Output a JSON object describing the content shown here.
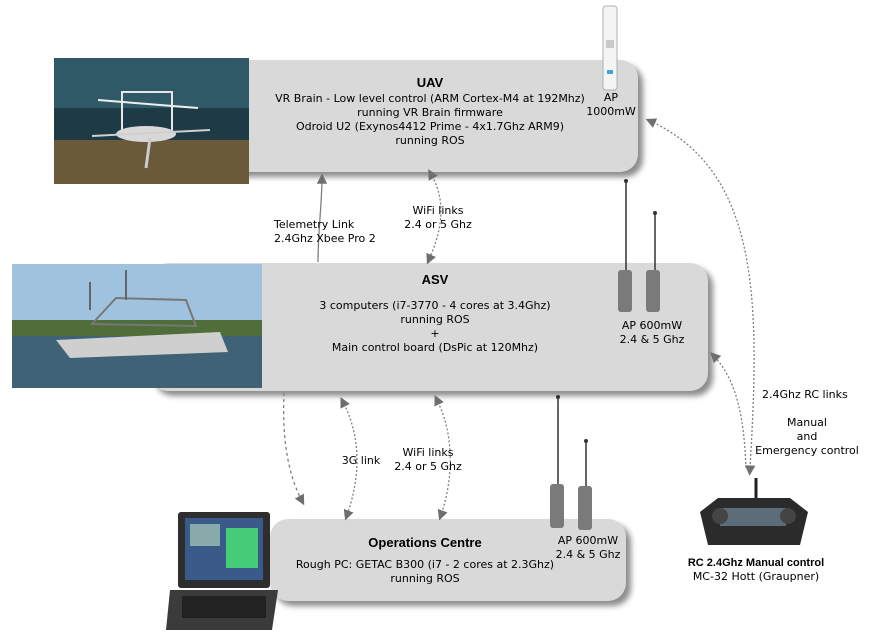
{
  "uav": {
    "title": "UAV",
    "lines": [
      "VR Brain - Low level control (ARM Cortex-M4 at 192Mhz)",
      "running VR Brain firmware",
      "Odroid U2 (Exynos4412 Prime - 4x1.7Ghz ARM9)",
      "running ROS"
    ],
    "ap": [
      "AP",
      "1000mW"
    ]
  },
  "asv": {
    "title": "ASV",
    "lines": [
      "3 computers (i7-3770 - 4 cores at 3.4Ghz)",
      "running ROS",
      "+",
      "Main control board (DsPic at 120Mhz)"
    ],
    "ap": [
      "AP 600mW",
      "2.4 & 5 Ghz"
    ]
  },
  "ops": {
    "title": "Operations Centre",
    "lines": [
      "Rough PC: GETAC B300 (i7 - 2 cores at 2.3Ghz)",
      "running ROS"
    ],
    "ap": [
      "AP 600mW",
      "2.4 & 5 Ghz"
    ]
  },
  "links": {
    "telemetry": [
      "Telemetry Link",
      "2.4Ghz Xbee Pro 2"
    ],
    "wifi_top": [
      "WiFi links",
      "2.4 or 5 Ghz"
    ],
    "link_3g": "3G link",
    "wifi_bottom": [
      "WiFi links",
      "2.4 or 5 Ghz"
    ],
    "rc": [
      "2.4Ghz RC links",
      "",
      "Manual",
      "and",
      "Emergency control"
    ]
  },
  "rc_controller": {
    "title": "RC 2.4Ghz Manual control",
    "subtitle": "MC-32 Hott (Graupner)"
  },
  "colors": {
    "box": "#d9d9d9",
    "arrow": "#7f7f7f"
  }
}
